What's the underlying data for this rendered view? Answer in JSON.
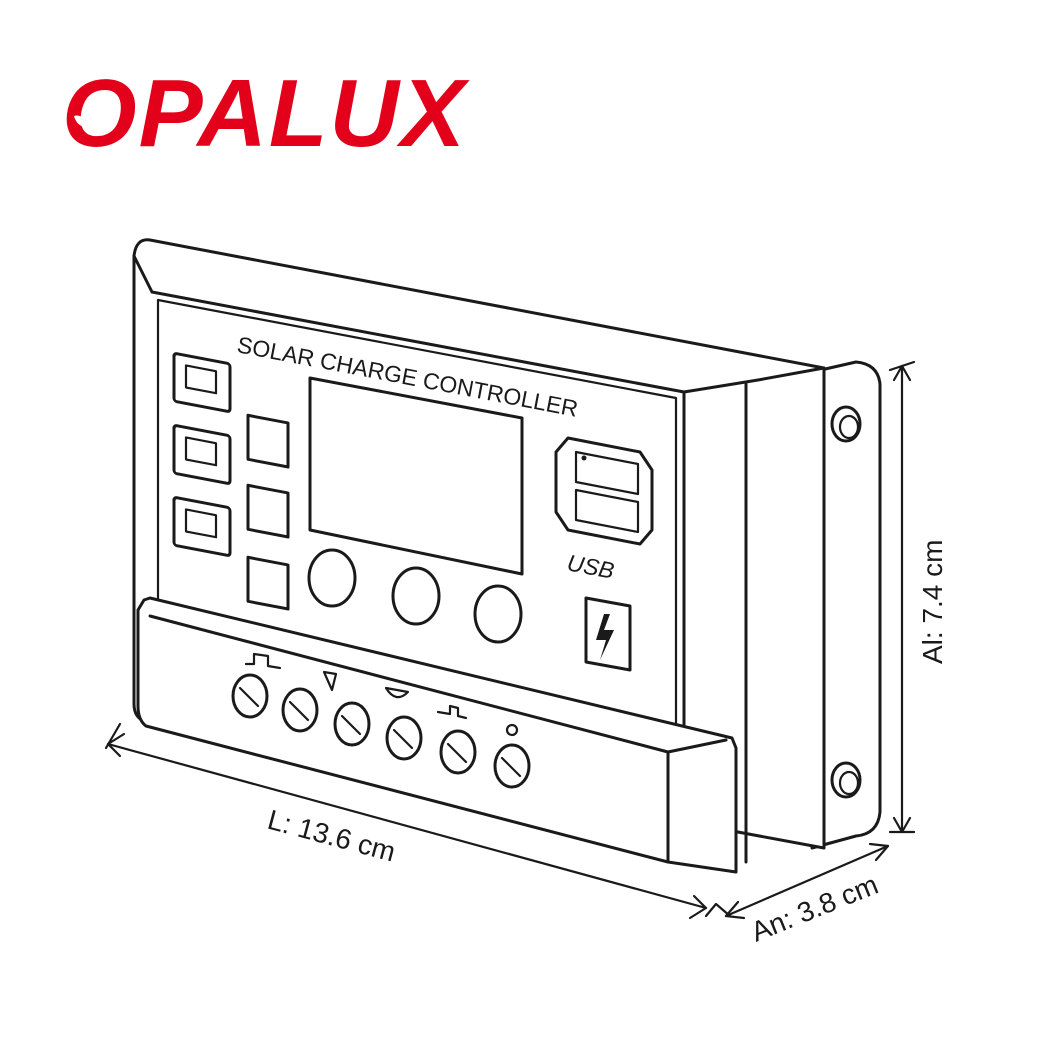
{
  "brand": {
    "name": "OPALUX",
    "color": "#e3001b",
    "emblem_icon": "leaf-icon"
  },
  "device": {
    "panel_title": "SOLAR CHARGE CONTROLLER",
    "usb_label": "USB",
    "indicator_icons": [
      "battery-icon",
      "battery-icon",
      "battery-icon"
    ],
    "buttons": 3,
    "terminals": 6,
    "bolt_icon": "lightning-bolt-icon"
  },
  "dimensions": {
    "length_label": "L: 13.6 cm",
    "width_label": "An: 3.8 cm",
    "height_label": "Al: 7.4 cm"
  }
}
